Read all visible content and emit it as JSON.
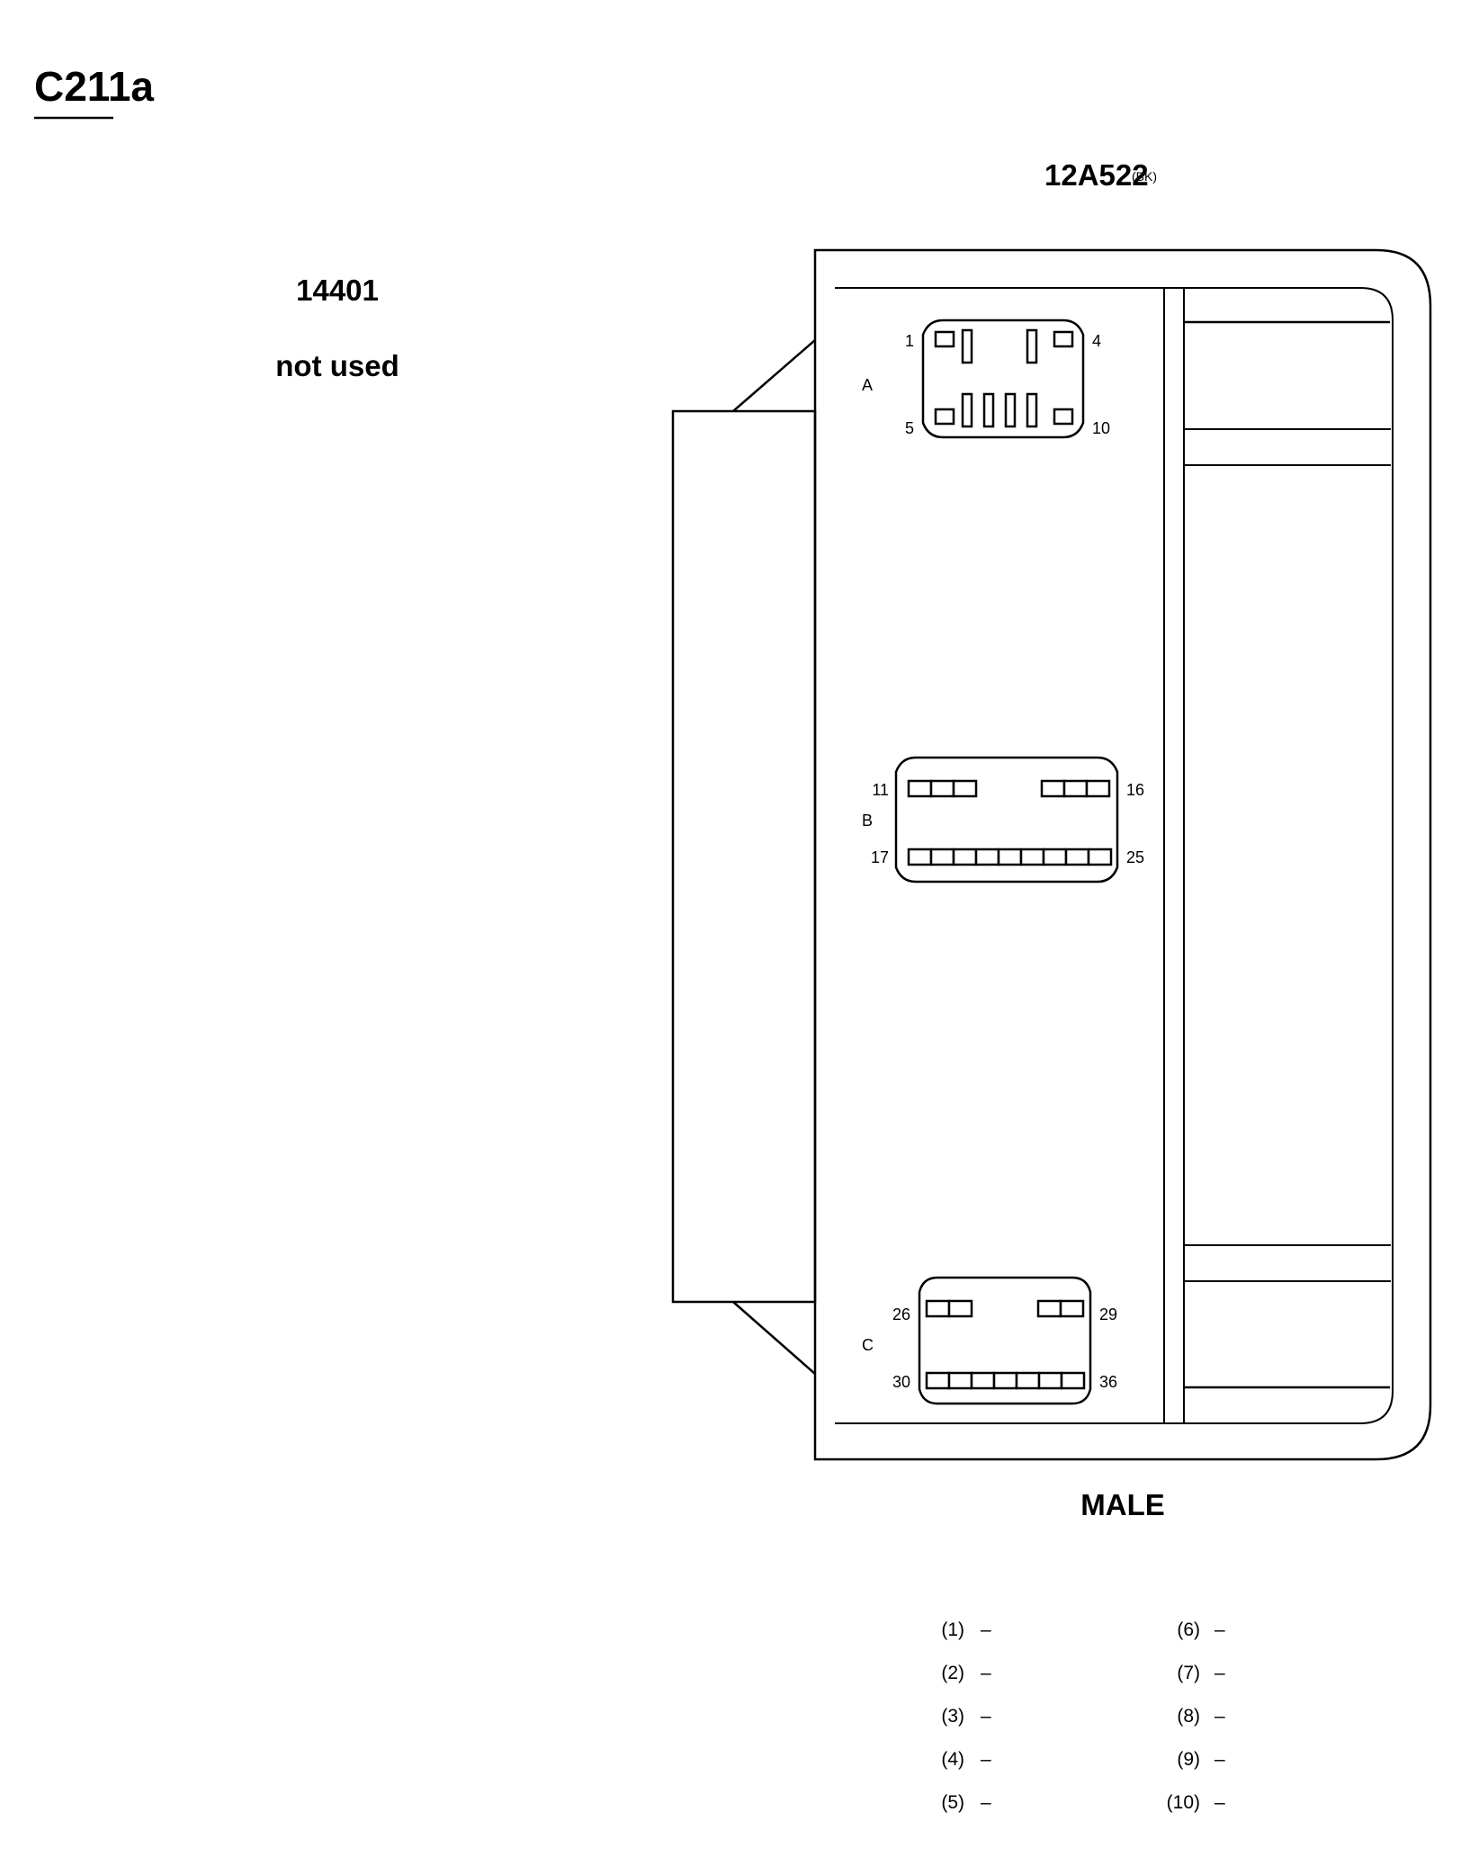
{
  "page": {
    "connector_id": "C211a",
    "part_number": "12A522",
    "color_code": "(BK)",
    "pin_ref": "14401",
    "status": "not used",
    "gender": "MALE"
  },
  "blocks": [
    {
      "name": "A",
      "pins": {
        "top_left": "1",
        "top_right": "4",
        "bottom_left": "5",
        "bottom_right": "10"
      }
    },
    {
      "name": "B",
      "pins": {
        "top_left": "11",
        "top_right": "16",
        "bottom_left": "17",
        "bottom_right": "25"
      }
    },
    {
      "name": "C",
      "pins": {
        "top_left": "26",
        "top_right": "29",
        "bottom_left": "30",
        "bottom_right": "36"
      }
    }
  ],
  "legend": [
    {
      "index": "(1)",
      "value": "–"
    },
    {
      "index": "(2)",
      "value": "–"
    },
    {
      "index": "(3)",
      "value": "–"
    },
    {
      "index": "(4)",
      "value": "–"
    },
    {
      "index": "(5)",
      "value": "–"
    },
    {
      "index": "(6)",
      "value": "–"
    },
    {
      "index": "(7)",
      "value": "–"
    },
    {
      "index": "(8)",
      "value": "–"
    },
    {
      "index": "(9)",
      "value": "–"
    },
    {
      "index": "(10)",
      "value": "–"
    }
  ]
}
